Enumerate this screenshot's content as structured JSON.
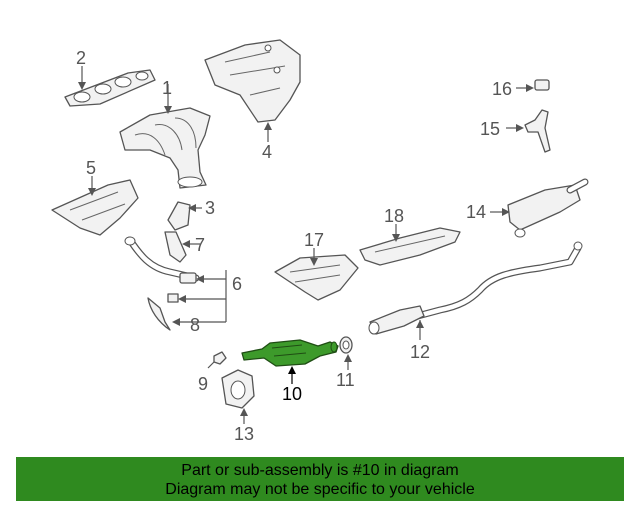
{
  "diagram": {
    "callouts": {
      "c1": "1",
      "c2": "2",
      "c3": "3",
      "c4": "4",
      "c5": "5",
      "c6": "6",
      "c7": "7",
      "c8": "8",
      "c9": "9",
      "c10": "10",
      "c11": "11",
      "c12": "12",
      "c13": "13",
      "c14": "14",
      "c15": "15",
      "c16": "16",
      "c17": "17",
      "c18": "18"
    },
    "highlighted_part": "10",
    "highlight_color": "#3d9a2b"
  },
  "banner": {
    "line1": "Part or sub-assembly is #10 in diagram",
    "line2": "Diagram may not be specific to your vehicle",
    "background": "#2f8a1f"
  }
}
